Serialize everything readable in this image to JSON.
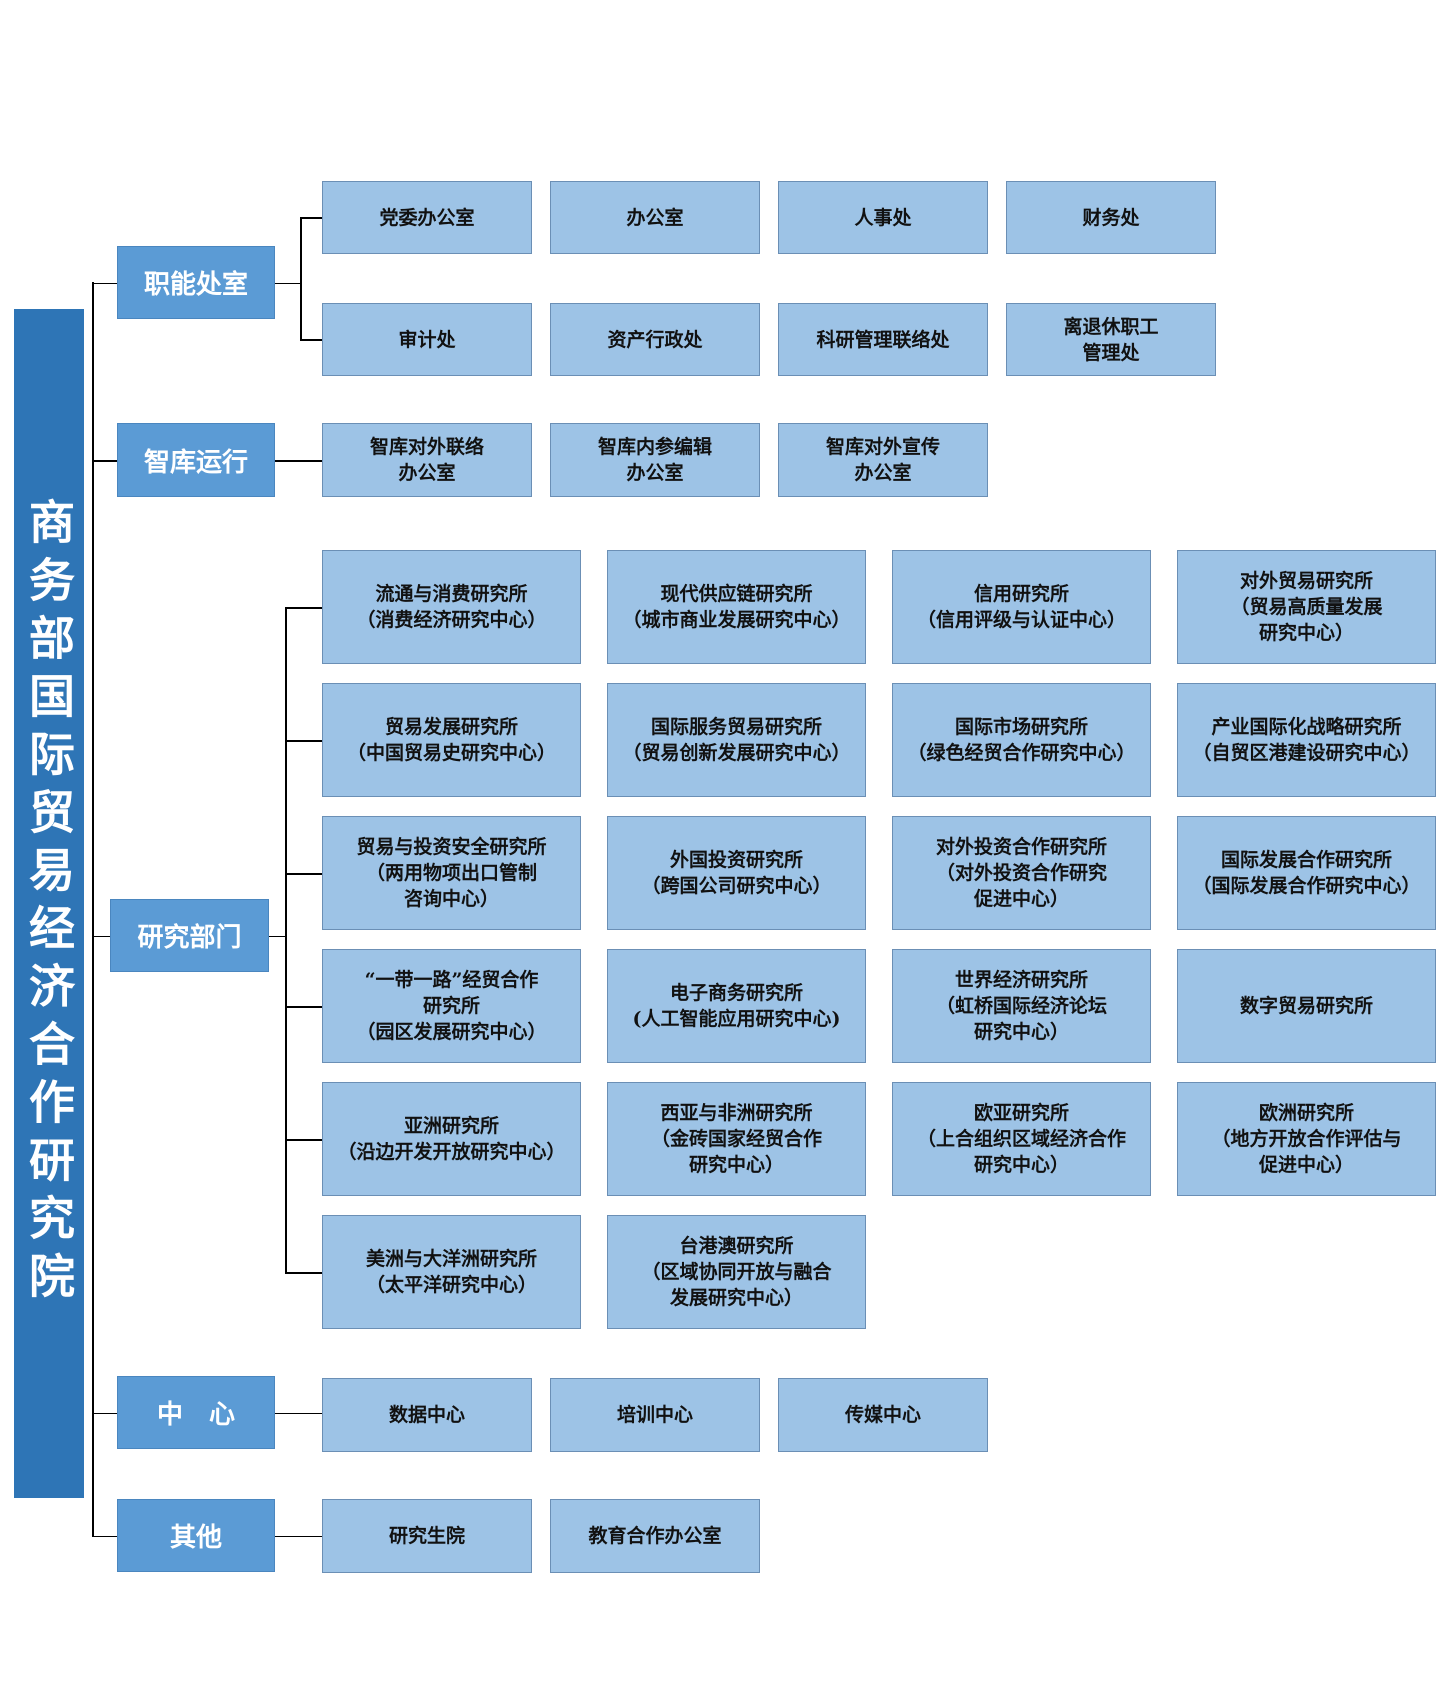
{
  "title": "商务部国际贸易经济合作研究院",
  "colors": {
    "root": "#2e75b6",
    "category": "#5b9bd5",
    "unit": "#9dc3e6"
  },
  "categories": [
    {
      "label": "职能处室",
      "units": [
        "党委办公室",
        "办公室",
        "人事处",
        "财务处",
        "审计处",
        "资产行政处",
        "科研管理联络处",
        "离退休职工\n管理处"
      ]
    },
    {
      "label": "智库运行",
      "units": [
        "智库对外联络\n办公室",
        "智库内参编辑\n办公室",
        "智库对外宣传\n办公室"
      ]
    },
    {
      "label": "研究部门",
      "units": [
        "流通与消费研究所\n（消费经济研究中心）",
        "现代供应链研究所\n（城市商业发展研究中心）",
        "信用研究所\n（信用评级与认证中心）",
        "对外贸易研究所\n（贸易高质量发展\n研究中心）",
        "贸易发展研究所\n（中国贸易史研究中心）",
        "国际服务贸易研究所\n（贸易创新发展研究中心）",
        "国际市场研究所\n（绿色经贸合作研究中心）",
        "产业国际化战略研究所\n（自贸区港建设研究中心）",
        "贸易与投资安全研究所\n（两用物项出口管制\n咨询中心）",
        "外国投资研究所\n（跨国公司研究中心）",
        "对外投资合作研究所\n（对外投资合作研究\n促进中心）",
        "国际发展合作研究所\n（国际发展合作研究中心）",
        "“一带一路”经贸合作\n研究所\n（园区发展研究中心）",
        "电子商务研究所\n(人工智能应用研究中心)",
        "世界经济研究所\n（虹桥国际经济论坛\n研究中心）",
        "数字贸易研究所",
        "亚洲研究所\n（沿边开发开放研究中心）",
        "西亚与非洲研究所\n（金砖国家经贸合作\n研究中心）",
        "欧亚研究所\n（上合组织区域经济合作\n研究中心）",
        "欧洲研究所\n（地方开放合作评估与\n促进中心）",
        "美洲与大洋洲研究所\n（太平洋研究中心）",
        "台港澳研究所\n（区域协同开放与融合\n发展研究中心）"
      ]
    },
    {
      "label": "中　心",
      "units": [
        "数据中心",
        "培训中心",
        "传媒中心"
      ]
    },
    {
      "label": "其他",
      "units": [
        "研究生院",
        "教育合作办公室"
      ]
    }
  ]
}
